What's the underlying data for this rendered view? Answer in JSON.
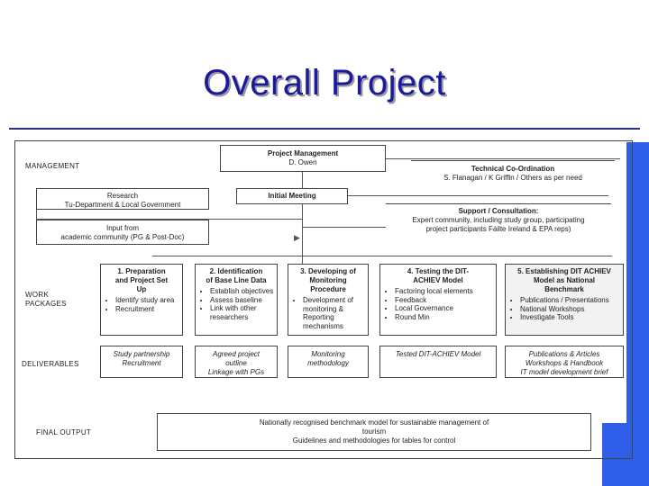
{
  "title": "Overall Project",
  "row_labels": {
    "management": "MANAGEMENT",
    "work_packages": "WORK\nPACKAGES",
    "deliverables": "DELIVERABLES",
    "final_output": "FINAL OUTPUT"
  },
  "project_management": {
    "title": "Project Management",
    "name": "D. Owen"
  },
  "technical_coordination": {
    "title": "Technical Co-Ordination",
    "names": "S. Flanagan / K Griffin / Others as per need"
  },
  "research": {
    "title": "Research",
    "text": "Tu-Department & Local Government"
  },
  "initial_meeting": {
    "title": "Initial Meeting"
  },
  "support": {
    "title": "Support / Consultation:",
    "text": "Expert community, including study group, participating\nproject participants Fáilte Ireland & EPA reps)"
  },
  "input": {
    "title": "Input from",
    "text": "academic community (PG & Post-Doc)"
  },
  "work_packages": [
    {
      "title": "1. Preparation\nand Project Set\nUp",
      "bullets": [
        "Identify study area",
        "Recruitment"
      ]
    },
    {
      "title": "2. Identification\nof Base Line Data",
      "bullets": [
        "Establish objectives",
        "Assess baseline",
        "Link with other researchers"
      ]
    },
    {
      "title": "3. Developing of\nMonitoring\nProcedure",
      "bullets": [
        "Development of monitoring & Reporting mechanisms"
      ]
    },
    {
      "title": "4. Testing the DIT-\nACHIEV Model",
      "bullets": [
        "Factoring local elements",
        "Feedback",
        "Local Governance",
        "Round Min"
      ]
    },
    {
      "title": "5. Establishing DIT ACHIEV\nModel as National\nBenchmark",
      "bullets": [
        "Publications / Presentations",
        "National Workshops",
        "Investigate Tools"
      ]
    }
  ],
  "deliverables": [
    "Study partnership\nRecruitment",
    "Agreed project\noutline\nLinkage with PGs",
    "Monitoring\nmethodology",
    "Tested DIT-ACHIEV Model",
    "Publications & Articles\nWorkshops & Handbook\nIT model development brief"
  ],
  "final_output": "Nationally recognised benchmark model for sustainable management of\ntourism\nGuidelines and methodologies for tables for control"
}
